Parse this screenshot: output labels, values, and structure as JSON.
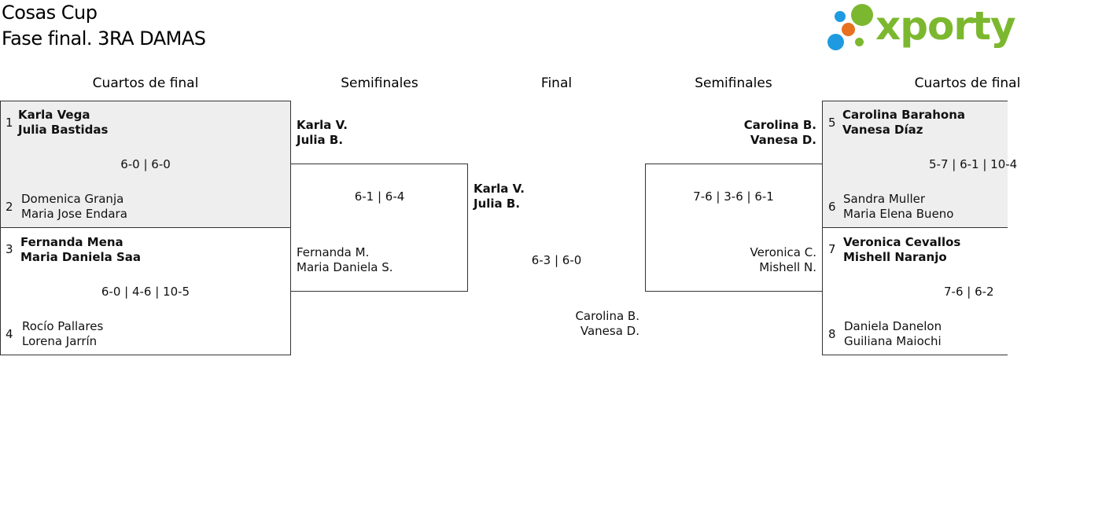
{
  "header": {
    "title": "Cosas Cup",
    "subtitle": "Fase final. 3RA DAMAS",
    "logo_text": "xporty",
    "logo_colors": {
      "green": "#7cb82f",
      "blue": "#1e9be0",
      "orange": "#e8711f"
    }
  },
  "columns": {
    "left_qf": "Cuartos de final",
    "left_sf": "Semifinales",
    "final": "Final",
    "right_sf": "Semifinales",
    "right_qf": "Cuartos de final"
  },
  "left_qf": [
    {
      "seed_top": "1",
      "top": [
        "Karla Vega",
        "Julia Bastidas"
      ],
      "score": "6-0 | 6-0",
      "seed_bottom": "2",
      "bottom": [
        "Domenica Granja",
        "Maria Jose Endara"
      ]
    },
    {
      "seed_top": "3",
      "top": [
        "Fernanda Mena",
        "Maria Daniela Saa"
      ],
      "score": "6-0 | 4-6 | 10-5",
      "seed_bottom": "4",
      "bottom": [
        "Rocío Pallares",
        "Lorena Jarrín"
      ]
    }
  ],
  "left_sf": {
    "top": [
      "Karla V.",
      "Julia B."
    ],
    "score": "6-1 | 6-4",
    "bottom": [
      "Fernanda M.",
      "Maria Daniela S."
    ]
  },
  "final": {
    "top": [
      "Karla V.",
      "Julia B."
    ],
    "score": "6-3 | 6-0",
    "bottom": [
      "Carolina B.",
      "Vanesa D."
    ]
  },
  "right_sf": {
    "top": [
      "Carolina B.",
      "Vanesa D."
    ],
    "score": "7-6 | 3-6 | 6-1",
    "bottom": [
      "Veronica C.",
      "Mishell N."
    ]
  },
  "right_qf": [
    {
      "seed_top": "5",
      "top": [
        "Carolina Barahona",
        "Vanesa Díaz"
      ],
      "score": "5-7 | 6-1 | 10-4",
      "seed_bottom": "6",
      "bottom": [
        "Sandra Muller",
        "Maria Elena Bueno"
      ]
    },
    {
      "seed_top": "7",
      "top": [
        "Veronica Cevallos",
        "Mishell Naranjo"
      ],
      "score": "7-6 | 6-2",
      "seed_bottom": "8",
      "bottom": [
        "Daniela Danelon",
        "Guiliana Maiochi"
      ]
    }
  ]
}
